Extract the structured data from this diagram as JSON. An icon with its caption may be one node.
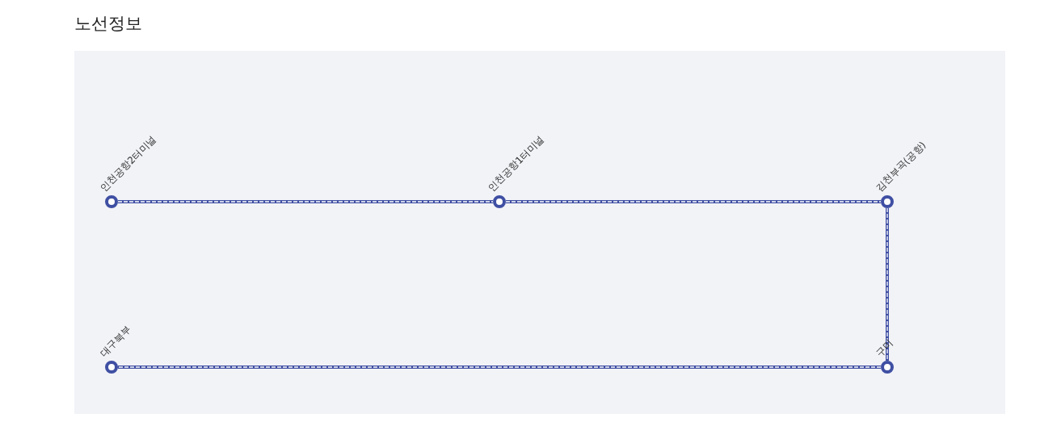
{
  "diagram": {
    "title": "노선정보",
    "nodes": [
      {
        "text": [],
        "shape": "circle",
        "beside": [
          "인천공항2터미널"
        ]
      },
      {
        "text": [],
        "shape": "circle",
        "beside": [
          "인천공항1터미널"
        ]
      },
      {
        "text": [],
        "shape": "circle",
        "beside": [
          "김천부곡(공항)"
        ]
      },
      {
        "text": [],
        "shape": "circle",
        "beside": [
          "대구북부"
        ]
      },
      {
        "text": [],
        "shape": "circle",
        "beside": [
          "구미"
        ]
      }
    ],
    "edges": [
      {
        "from": 0,
        "to": 1,
        "arrow": "none"
      },
      {
        "from": 1,
        "to": 2,
        "arrow": "none"
      },
      {
        "from": 2,
        "to": 4,
        "arrow": "none"
      },
      {
        "from": 4,
        "to": 3,
        "arrow": "none"
      }
    ]
  }
}
